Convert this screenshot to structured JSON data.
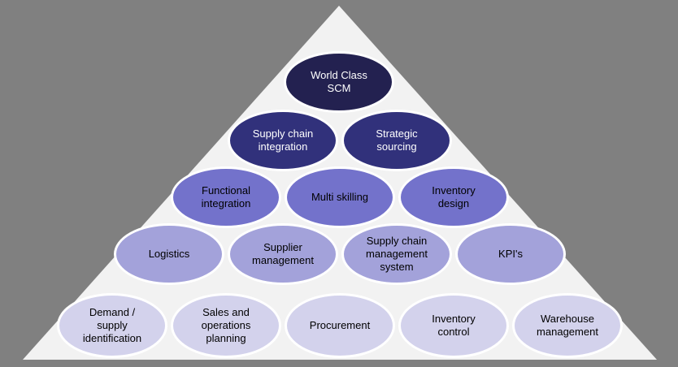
{
  "canvas": {
    "background_color": "#808080",
    "triangle_fill": "#F2F2F2"
  },
  "pyramid": {
    "levels": [
      {
        "fill": "#232150",
        "text_color": "#FFFFFF",
        "nodes": [
          {
            "label": "World Class\nSCM"
          }
        ]
      },
      {
        "fill": "#31317B",
        "text_color": "#FFFFFF",
        "nodes": [
          {
            "label": "Supply chain\nintegration"
          },
          {
            "label": "Strategic\nsourcing"
          }
        ]
      },
      {
        "fill": "#7372CB",
        "text_color": "#000000",
        "nodes": [
          {
            "label": "Functional\nintegration"
          },
          {
            "label": "Multi skilling"
          },
          {
            "label": "Inventory\ndesign"
          }
        ]
      },
      {
        "fill": "#A3A2DA",
        "text_color": "#000000",
        "nodes": [
          {
            "label": "Logistics"
          },
          {
            "label": "Supplier\nmanagement"
          },
          {
            "label": "Supply chain\nmanagement\nsystem"
          },
          {
            "label": "KPI's"
          }
        ]
      },
      {
        "fill": "#D3D2EC",
        "text_color": "#000000",
        "nodes": [
          {
            "label": "Demand /\nsupply\nidentification"
          },
          {
            "label": "Sales and\noperations\nplanning"
          },
          {
            "label": "Procurement"
          },
          {
            "label": "Inventory\ncontrol"
          },
          {
            "label": "Warehouse\nmanagement"
          }
        ]
      }
    ]
  }
}
